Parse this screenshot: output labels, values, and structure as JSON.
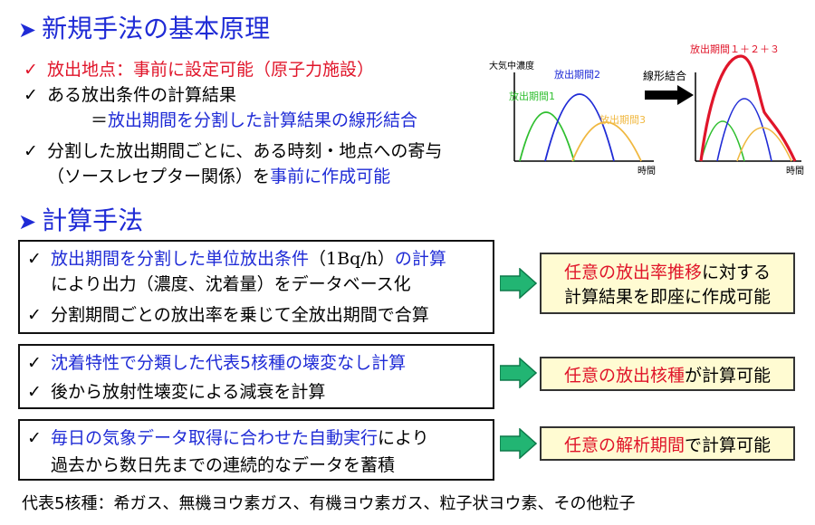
{
  "section1": {
    "heading": "新規手法の基本原理",
    "item1": {
      "label": "放出地点：",
      "text": "事前に設定可能（原子力施設）"
    },
    "item2": {
      "text": "ある放出条件の計算結果",
      "eq": "＝",
      "blue": "放出期間を分割した計算結果の線形結合"
    },
    "item3": {
      "line1": "分割した放出期間ごとに、ある時刻・地点への寄与",
      "line2_black": "（ソースレセプター関係）を",
      "line2_blue": "事前に作成可能"
    }
  },
  "diagram": {
    "y_label": "大気中濃度",
    "x_label_left": "時間",
    "x_label_right": "時間",
    "period1": "放出期間1",
    "period2": "放出期間2",
    "period3": "放出期間3",
    "combine": "線形結合",
    "sum_label": "放出期間１＋２＋３",
    "colors": {
      "p1": "#2fbf2f",
      "p2": "#1f2bd6",
      "p3": "#f0b840",
      "sum": "#e0152a"
    }
  },
  "section2": {
    "heading": "計算手法",
    "box1": {
      "l1_blue_a": "放出期間を分割した単位放出条件",
      "l1_black": "（1Bq/h）",
      "l1_blue_b": "の計算",
      "l2": "により出力（濃度、沈着量）をデータベース化",
      "l3": "分割期間ごとの放出率を乗じて全放出期間で合算"
    },
    "result1": {
      "red": "任意の放出率推移",
      "black1": "に対する",
      "line2": "計算結果を即座に作成可能"
    },
    "box2": {
      "l1": "沈着特性で分類した代表5核種の壊変なし計算",
      "l2": "後から放射性壊変による減衰を計算"
    },
    "result2": {
      "red": "任意の放出核種",
      "black": "が計算可能"
    },
    "box3": {
      "l1_blue": "毎日の気象データ取得に合わせた自動実行",
      "l1_black": "により",
      "l2": "過去から数日先までの連続的なデータを蓄積"
    },
    "result3": {
      "red": "任意の解析期間",
      "black": "で計算可能"
    }
  },
  "footer": {
    "text": "代表5核種：希ガス、無機ヨウ素ガス、有機ヨウ素ガス、粒子状ヨウ素、その他粒子"
  }
}
